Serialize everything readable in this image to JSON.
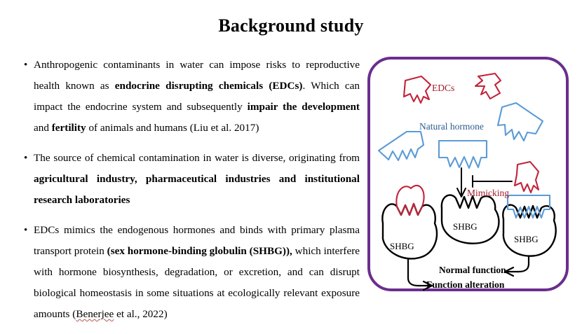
{
  "slide": {
    "title": "Background study"
  },
  "bullets": [
    {
      "marker": "•",
      "runs": [
        {
          "text": "Anthropogenic contaminants in water can impose risks to reproductive health known as ",
          "bold": false
        },
        {
          "text": "endocrine disrupting chemicals (EDCs)",
          "bold": true
        },
        {
          "text": ". Which can impact the endocrine system and subsequently ",
          "bold": false
        },
        {
          "text": "impair the development",
          "bold": true
        },
        {
          "text": " and ",
          "bold": false
        },
        {
          "text": "fertility",
          "bold": true
        },
        {
          "text": " of animals and humans (Liu et al. 2017)",
          "bold": false
        }
      ]
    },
    {
      "marker": "•",
      "runs": [
        {
          "text": "The source of chemical contamination in water is diverse, originating from ",
          "bold": false
        },
        {
          "text": "agricultural industry, pharmaceutical industries and institutional research laboratories",
          "bold": true
        }
      ]
    },
    {
      "marker": "•",
      "runs": [
        {
          "text": "EDCs mimics the endogenous hormones and binds with primary plasma transport protein ",
          "bold": false
        },
        {
          "text": "(sex hormone-binding globulin (SHBG)),",
          "bold": true
        },
        {
          "text": " which interfere with hormone biosynthesis, degradation, or excretion, and can disrupt biological homeostasis in some situations at ecologically relevant exposure amounts (",
          "bold": false
        },
        {
          "text": "Benerjee",
          "bold": false,
          "spell_error": true
        },
        {
          "text": " et al., 2022)",
          "bold": false
        }
      ]
    }
  ],
  "figure": {
    "border_color": "#6b2d8e",
    "edc_color": "#c2243a",
    "hormone_color": "#5b9bd5",
    "labels": {
      "edcs": "EDCs",
      "natural_hormone": "Natural hormone",
      "mimicking": "Mimicking",
      "shbg_left": "SHBG",
      "shbg_middle": "SHBG",
      "shbg_right": "SHBG",
      "normal_function": "Normal function",
      "function_alteration": "Function alteration"
    }
  }
}
